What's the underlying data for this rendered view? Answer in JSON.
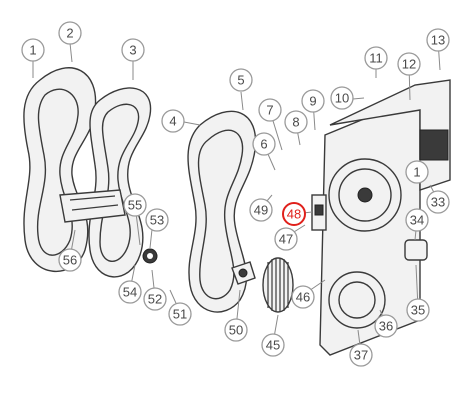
{
  "diagram": {
    "highlight_color": "#e0201b",
    "highlighted_part": "48",
    "callouts": [
      "1",
      "2",
      "3",
      "4",
      "5",
      "6",
      "7",
      "8",
      "9",
      "10",
      "11",
      "12",
      "13",
      "1",
      "33",
      "34",
      "35",
      "36",
      "37",
      "45",
      "46",
      "47",
      "48",
      "49",
      "50",
      "51",
      "52",
      "53",
      "54",
      "55",
      "56"
    ]
  }
}
